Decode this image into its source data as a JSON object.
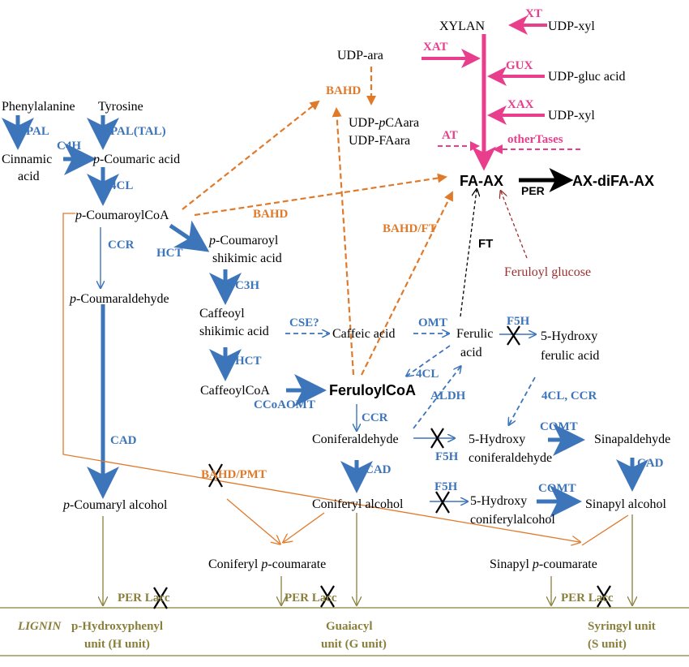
{
  "compounds": {
    "phenylalanine": "Phenylalanine",
    "tyrosine": "Tyrosine",
    "cinnamic1": "Cinnamic",
    "cinnamic2": "acid",
    "p_coumaric_pre": "p",
    "p_coumaric_post": "-Coumaric  acid",
    "p_coumaroylcoa_pre": "p",
    "p_coumaroylcoa_post": "-CoumaroylCoA",
    "p_coumaroyl_shik_pre": "p",
    "p_coumaroyl_shik_post": "-Coumaroyl",
    "p_coumaroyl_shik_2": "shikimic acid",
    "p_coumaraldehyde_pre": "p",
    "p_coumaraldehyde_post": "-Coumaraldehyde",
    "caffeoyl_shik_1": "Caffeoyl",
    "caffeoyl_shik_2": "shikimic acid",
    "caffeic": "Caffeic acid",
    "ferulic1": "Ferulic",
    "ferulic2": "acid",
    "hydroxyferulic1": "5-Hydroxy",
    "hydroxyferulic2": "ferulic acid",
    "caffeoylcoa": "CaffeoylCoA",
    "feruloylcoa": "FeruloylCoA",
    "coniferaldehyde": "Coniferaldehyde",
    "hydroxyconiferald1": "5-Hydroxy",
    "hydroxyconiferald2": "coniferaldehyde",
    "sinapaldehyde": "Sinapaldehyde",
    "p_coumaryl_alc_pre": "p",
    "p_coumaryl_alc_post": "-Coumaryl alcohol",
    "coniferyl_alc": "Coniferyl alcohol",
    "hydroxyconiferylalc1": "5-Hydroxy",
    "hydroxyconiferylalc2": "coniferylalcohol",
    "sinapyl_alc": "Sinapyl alcohol",
    "coniferyl_pc_1": "Coniferyl ",
    "coniferyl_pc_p": "p",
    "coniferyl_pc_2": "-coumarate",
    "sinapyl_pc_1": "Sinapyl ",
    "sinapyl_pc_p": "p",
    "sinapyl_pc_2": "-coumarate",
    "udp_ara": "UDP-ara",
    "udp_pcaara_1": "UDP-",
    "udp_pcaara_p": "p",
    "udp_pcaara_2": "CAara",
    "udp_faara": "UDP-FAara",
    "xylan": "XYLAN",
    "udp_xyl_top": "UDP-xyl",
    "udp_gluc": "UDP-gluc acid",
    "udp_xyl_mid": "UDP-xyl",
    "fa_ax": "FA-AX",
    "ax_difa_ax": "AX-diFA-AX",
    "feruloyl_glucose": "Feruloyl glucose"
  },
  "enzymes": {
    "pal": "PAL",
    "pal_tal": "PAL(TAL)",
    "c4h": "C4H",
    "cl4_top": "4CL",
    "ccr_left": "CCR",
    "hct_top": "HCT",
    "c3h": "C3H",
    "hct_bottom": "HCT",
    "cse": "CSE?",
    "omt": "OMT",
    "f5h_top": "F5H",
    "cl4_mid": "4CL",
    "aldh": "ALDH",
    "cl4_ccr": "4CL, CCR",
    "ccoaomt": "CCoAOMT",
    "ccr_mid": "CCR",
    "cad_left": "CAD",
    "cad_mid": "CAD",
    "cad_right": "CAD",
    "f5h_mid": "F5H",
    "f5h_low": "F5H",
    "comt_top": "COMT",
    "comt_low": "COMT",
    "bahd_top": "BAHD",
    "bahd_mid": "BAHD",
    "bahd_ft": "BAHD/FT",
    "bahd_pmt": "BAHD/PMT",
    "ft": "FT",
    "per_top": "PER",
    "xt": "XT",
    "xat": "XAT",
    "gux": "GUX",
    "xax": "XAX",
    "at": "AT",
    "other_tases": "otherTases",
    "per_acc": "PER Lacc"
  },
  "lignin": {
    "label": "LIGNIN",
    "h_unit_1": "p-Hydroxyphenyl",
    "h_unit_2": "unit (H unit)",
    "g_unit_1": "Guaiacyl",
    "g_unit_2": "unit (G unit)",
    "s_unit_1": "Syringyl unit",
    "s_unit_2": "(S unit)"
  },
  "colors": {
    "blue": "#3d75bb",
    "orange": "#e07a2b",
    "pink": "#e83e8c",
    "olive": "#8a7f3a",
    "brown": "#9b2f2f",
    "black": "#000000"
  }
}
